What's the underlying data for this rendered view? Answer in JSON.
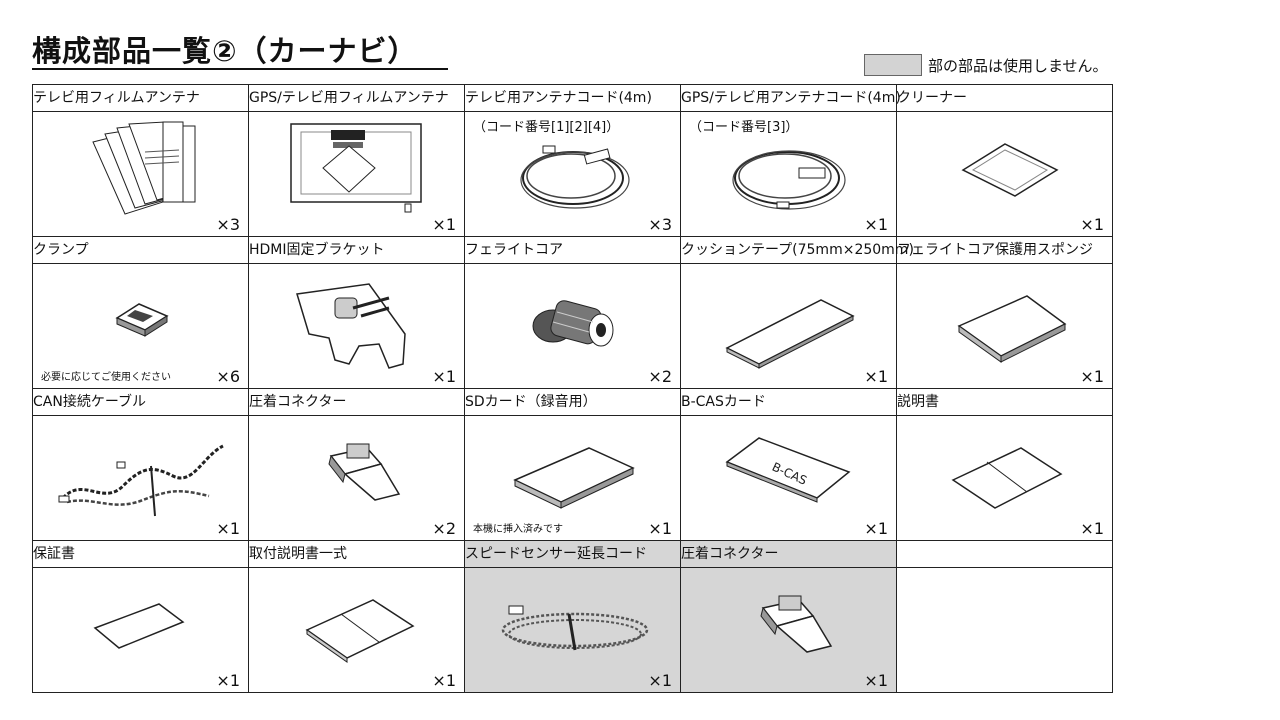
{
  "title": "構成部品一覧②（カーナビ）",
  "legend": {
    "text": "部の部品は使用しません。",
    "swatch_color": "#d3d3d3"
  },
  "rows": [
    {
      "cells": [
        {
          "label": "テレビ用フィルムアンテナ",
          "quantity": "×3",
          "icon": "film-antenna-icon",
          "sub": "",
          "note": "",
          "gray": false
        },
        {
          "label": "GPS/テレビ用フィルムアンテナ",
          "quantity": "×1",
          "icon": "gps-film-antenna-icon",
          "sub": "",
          "note": "",
          "gray": false
        },
        {
          "label": "テレビ用アンテナコード(4m)",
          "quantity": "×3",
          "icon": "antenna-cord-icon",
          "sub": "（コード番号[1][2][4]）",
          "note": "",
          "gray": false
        },
        {
          "label": "GPS/テレビ用アンテナコード(4m)",
          "quantity": "×1",
          "icon": "gps-antenna-cord-icon",
          "sub": "（コード番号[3]）",
          "note": "",
          "gray": false
        },
        {
          "label": "クリーナー",
          "quantity": "×1",
          "icon": "cleaner-icon",
          "sub": "",
          "note": "",
          "gray": false
        }
      ]
    },
    {
      "cells": [
        {
          "label": "クランプ",
          "quantity": "×6",
          "icon": "clamp-icon",
          "sub": "",
          "note": "必要に応じてご使用ください",
          "gray": false
        },
        {
          "label": "HDMI固定ブラケット",
          "quantity": "×1",
          "icon": "hdmi-bracket-icon",
          "sub": "",
          "note": "",
          "gray": false
        },
        {
          "label": "フェライトコア",
          "quantity": "×2",
          "icon": "ferrite-core-icon",
          "sub": "",
          "note": "",
          "gray": false
        },
        {
          "label": "クッションテープ(75mm×250mm)",
          "quantity": "×1",
          "icon": "cushion-tape-icon",
          "sub": "",
          "note": "",
          "gray": false
        },
        {
          "label": "フェライトコア保護用スポンジ",
          "quantity": "×1",
          "icon": "sponge-icon",
          "sub": "",
          "note": "",
          "gray": false
        }
      ]
    },
    {
      "cells": [
        {
          "label": "CAN接続ケーブル",
          "quantity": "×1",
          "icon": "can-cable-icon",
          "sub": "",
          "note": "",
          "gray": false
        },
        {
          "label": "圧着コネクター",
          "quantity": "×2",
          "icon": "crimp-connector-icon",
          "sub": "",
          "note": "",
          "gray": false
        },
        {
          "label": "SDカード（録音用）",
          "quantity": "×1",
          "icon": "sd-card-icon",
          "sub": "",
          "note": "本機に挿入済みです",
          "gray": false
        },
        {
          "label": "B-CASカード",
          "quantity": "×1",
          "icon": "bcas-card-icon",
          "sub": "",
          "note": "",
          "gray": false
        },
        {
          "label": "説明書",
          "quantity": "×1",
          "icon": "manual-icon",
          "sub": "",
          "note": "",
          "gray": false
        }
      ]
    },
    {
      "cells": [
        {
          "label": "保証書",
          "quantity": "×1",
          "icon": "warranty-icon",
          "sub": "",
          "note": "",
          "gray": false
        },
        {
          "label": "取付説明書一式",
          "quantity": "×1",
          "icon": "install-manual-icon",
          "sub": "",
          "note": "",
          "gray": false
        },
        {
          "label": "スピードセンサー延長コード",
          "quantity": "×1",
          "icon": "speed-sensor-cord-icon",
          "sub": "",
          "note": "",
          "gray": true
        },
        {
          "label": "圧着コネクター",
          "quantity": "×1",
          "icon": "crimp-connector-icon",
          "sub": "",
          "note": "",
          "gray": true
        },
        {
          "label": "",
          "quantity": "",
          "icon": "",
          "sub": "",
          "note": "",
          "gray": false
        }
      ]
    }
  ]
}
